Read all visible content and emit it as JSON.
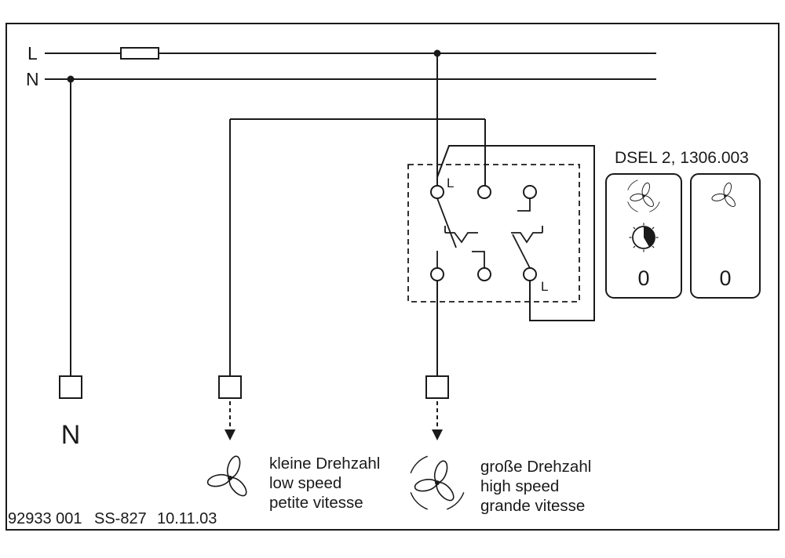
{
  "diagram": {
    "supply": {
      "l_label": "L",
      "n_label": "N"
    },
    "switch": {
      "terminal_l_top_label": "L",
      "terminal_l_bottom_label": "L"
    },
    "neutral_terminal_label": "N",
    "product": {
      "title": "DSEL 2, 1306.003",
      "panel_left_position": "0",
      "panel_right_position": "0"
    },
    "fan_low_caption": [
      "kleine Drehzahl",
      "low speed",
      "petite vitesse"
    ],
    "fan_high_caption": [
      "große Drehzahl",
      "high speed",
      "grande vitesse"
    ],
    "footer": [
      "92933 001",
      "SS-827",
      "10.11.03"
    ]
  }
}
